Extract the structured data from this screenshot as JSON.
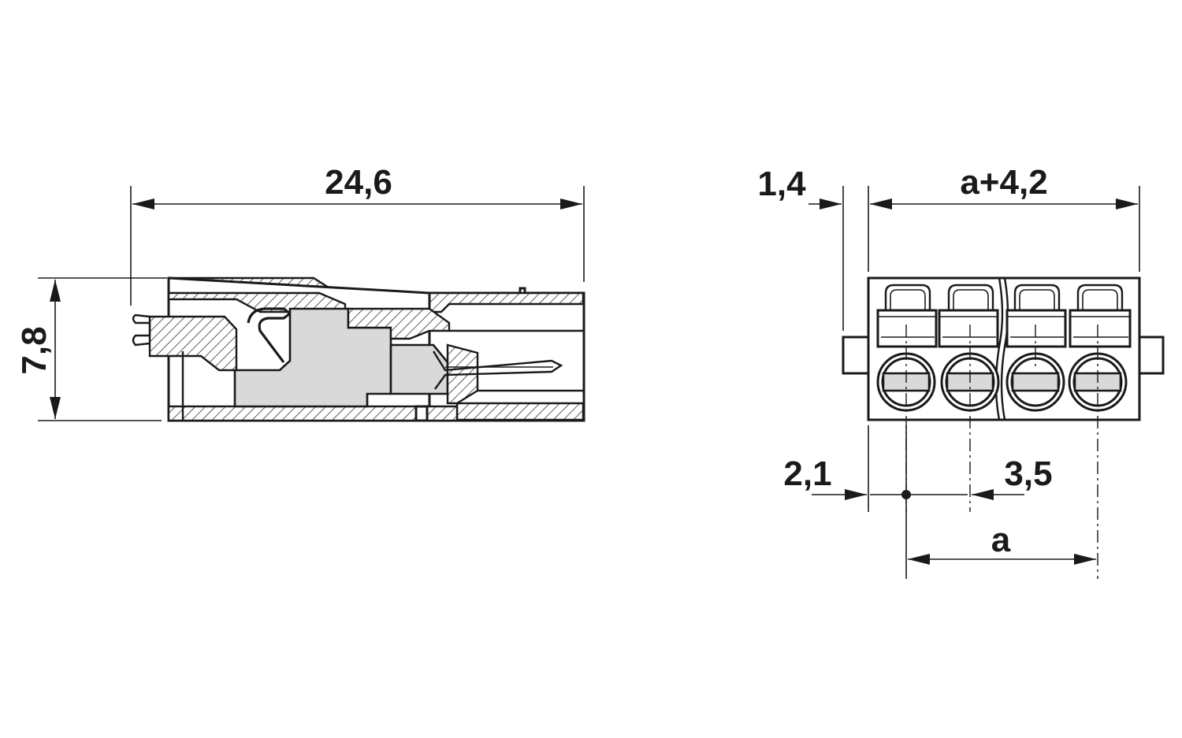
{
  "drawing": {
    "side_view": {
      "length_label": "24,6",
      "height_label": "7,8"
    },
    "front_view": {
      "offset_top_label": "1,4",
      "width_label": "a+4,2",
      "offset_bottom_label": "2,1",
      "pitch_label": "3,5",
      "span_label": "a"
    },
    "colors": {
      "line": "#1a1a1a",
      "insert_gray": "#d9d9d9"
    }
  }
}
